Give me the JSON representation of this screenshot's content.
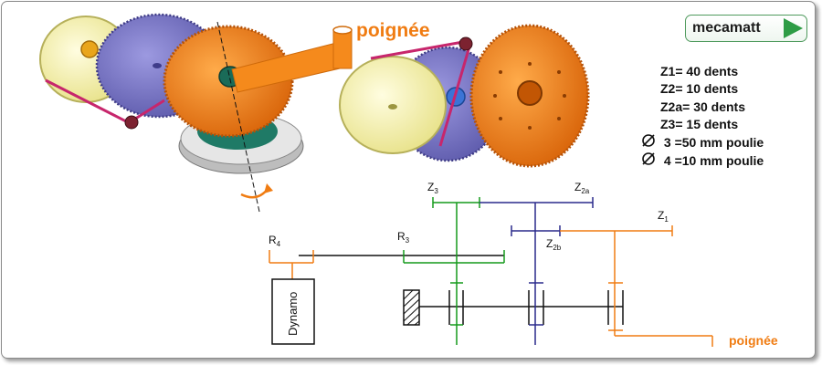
{
  "brand": {
    "name": "mecamatt",
    "play_icon": "play-icon"
  },
  "labels": {
    "poignee_top": "poignée",
    "poignee_bottom": "poignée",
    "dynamo": "Dynamo"
  },
  "specs": [
    {
      "text": "Z1= 40 dents",
      "symbol": ""
    },
    {
      "text": "Z2= 10 dents",
      "symbol": ""
    },
    {
      "text": "Z2a= 30 dents",
      "symbol": ""
    },
    {
      "text": "Z3= 15 dents",
      "symbol": ""
    },
    {
      "text": " 3  =50 mm poulie",
      "symbol": "diameter-icon"
    },
    {
      "text": " 4  =10 mm poulie",
      "symbol": "diameter-icon"
    }
  ],
  "schema": {
    "z3": {
      "base": "Z",
      "sub": "3"
    },
    "z2a": {
      "base": "Z",
      "sub": "2a"
    },
    "z1": {
      "base": "Z",
      "sub": "1"
    },
    "z2b": {
      "base": "Z",
      "sub": "2b"
    },
    "r4": {
      "base": "R",
      "sub": "4"
    },
    "r3": {
      "base": "R",
      "sub": "3"
    }
  },
  "colors": {
    "orange": "#f07c12",
    "green": "#159a1c",
    "navy": "#2a2a8c",
    "black": "#111111",
    "yellow_gear": "#f6f3a0",
    "purple_gear": "#7b78c8",
    "belt": "#c7266c",
    "brand_green": "#2e9c45"
  }
}
